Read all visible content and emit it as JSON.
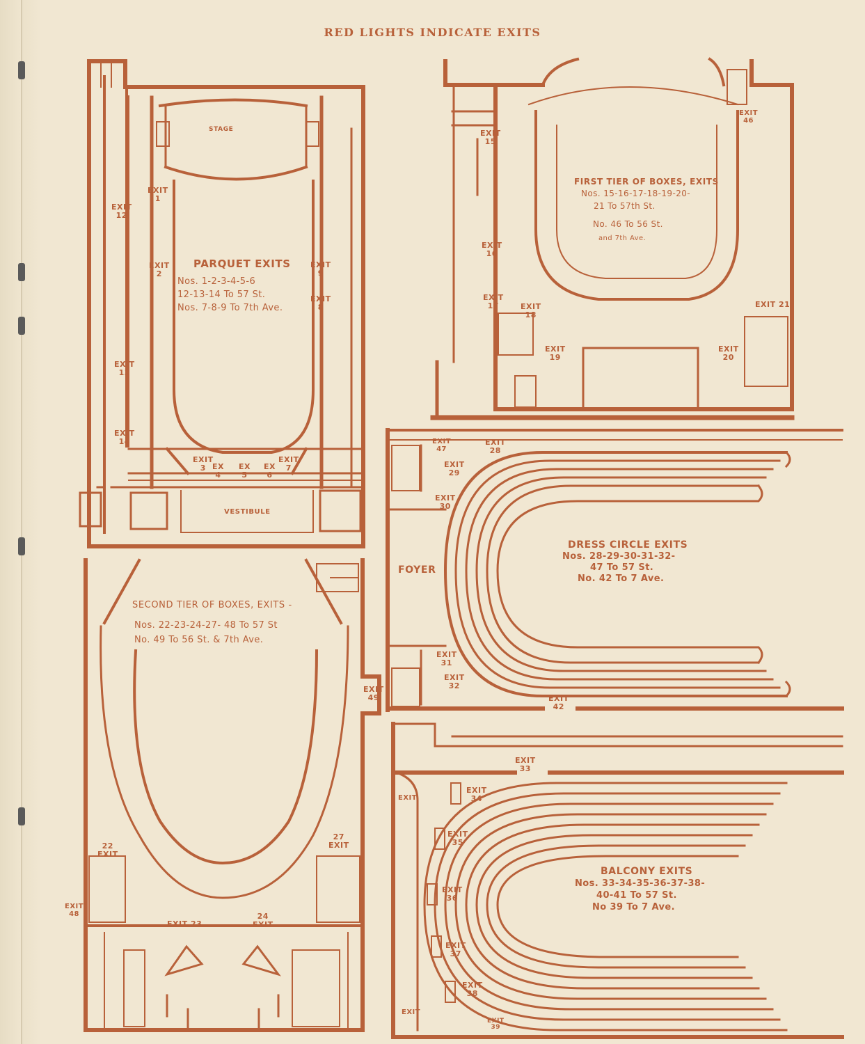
{
  "page_title": "RED LIGHTS INDICATE EXITS",
  "colors": {
    "ink": "#b8613a",
    "paper": "#f1e7d2"
  },
  "parquet": {
    "stage": "STAGE",
    "vestibule": "VESTIBULE",
    "title": "PARQUET EXITS",
    "lines": [
      "Nos. 1-2-3-4-5-6",
      "12-13-14 To 57 St.",
      "Nos. 7-8-9 To 7th Ave."
    ]
  },
  "first_tier": {
    "title": "FIRST TIER OF BOXES, EXITS",
    "lines": [
      "Nos. 15-16-17-18-19-20-",
      "21 To 57th St.",
      "No. 46 To 56 St.",
      "and 7th Ave."
    ]
  },
  "dress_circle": {
    "foyer": "FOYER",
    "title": "DRESS CIRCLE EXITS",
    "lines": [
      "Nos. 28-29-30-31-32-",
      "47 To 57 St.",
      "No. 42 To 7 Ave."
    ]
  },
  "second_tier": {
    "title": "SECOND TIER OF BOXES, EXITS -",
    "lines": [
      "Nos. 22-23-24-27- 48 To 57 St",
      "No. 49 To 56 St. & 7th Ave."
    ]
  },
  "balcony": {
    "title": "BALCONY EXITS",
    "lines": [
      "Nos. 33-34-35-36-37-38-",
      "40-41 To 57 St.",
      "No 39 To 7 Ave."
    ]
  },
  "exit_word": "EXIT",
  "ex_word": "EX",
  "exits": {
    "e1": "1",
    "e2": "2",
    "e3": "3",
    "e4": "4",
    "e5": "5",
    "e6": "6",
    "e7": "7",
    "e8": "8",
    "e9": "9",
    "e12": "12",
    "e13": "13",
    "e14": "14",
    "e15": "15",
    "e16": "16",
    "e17": "17",
    "e18": "18",
    "e19": "19",
    "e20": "20",
    "e21": "21",
    "e46": "46",
    "e28": "28",
    "e29": "29",
    "e30": "30",
    "e31": "31",
    "e32": "32",
    "e42": "42",
    "e47": "47",
    "e22": "22",
    "e23": "23",
    "e24": "24",
    "e27": "27",
    "e48": "48",
    "e49": "49",
    "e33": "33",
    "e34": "34",
    "e35": "35",
    "e36": "36",
    "e37": "37",
    "e38": "38",
    "e39": "39"
  }
}
